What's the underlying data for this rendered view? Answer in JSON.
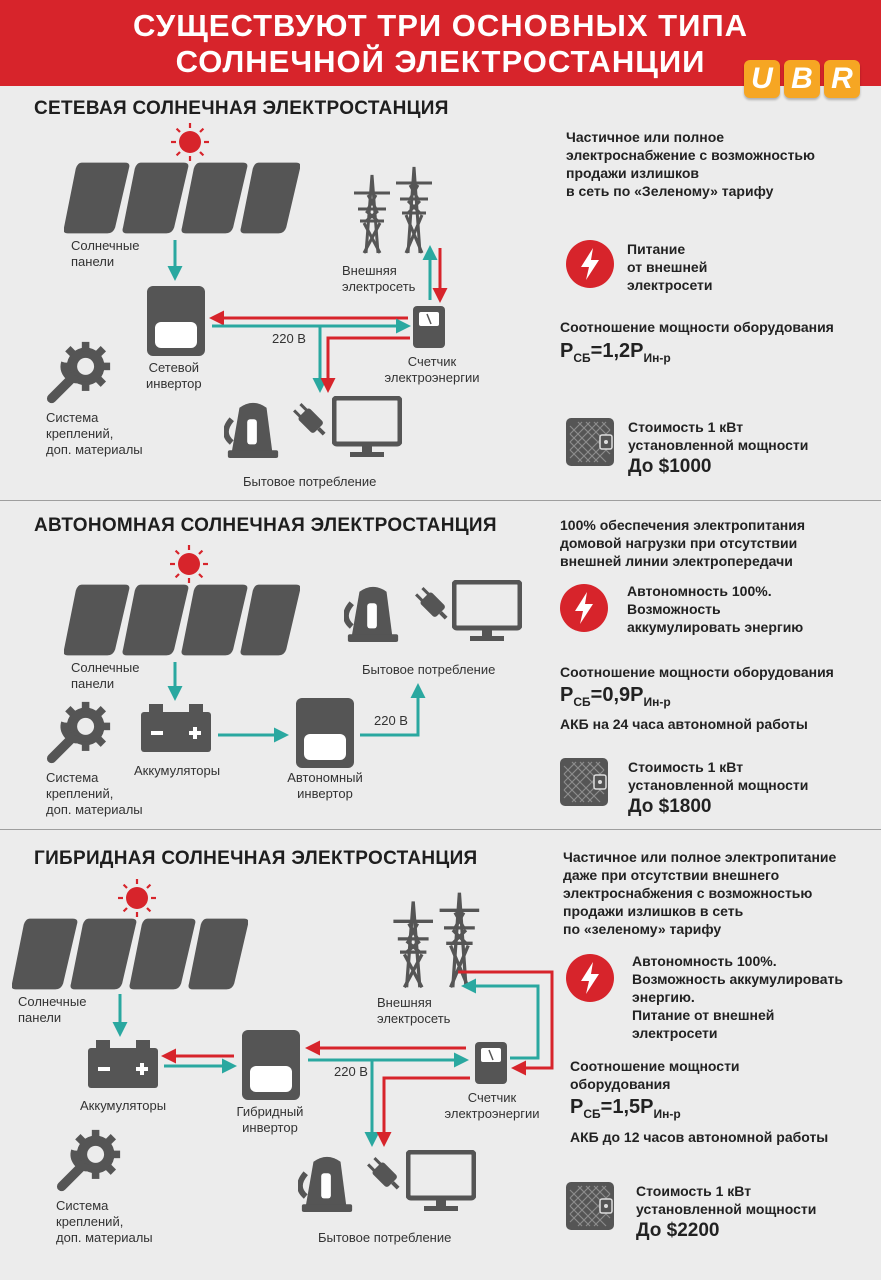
{
  "header": {
    "title_line1": "СУЩЕСТВУЮТ ТРИ ОСНОВНЫХ ТИПА",
    "title_line2": "СОЛНЕЧНОЙ ЭЛЕКТРОСТАНЦИИ",
    "logo": [
      "U",
      "B",
      "R"
    ]
  },
  "colors": {
    "red": "#d7242b",
    "teal": "#2aa8a0",
    "dark": "#555555",
    "logo": "#f6a623"
  },
  "s1": {
    "title": "СЕТЕВАЯ СОЛНЕЧНАЯ ЭЛЕКТРОСТАНЦИЯ",
    "panels_l1": "Солнечные",
    "panels_l2": "панели",
    "grid_l1": "Внешняя",
    "grid_l2": "электросеть",
    "inverter_l1": "Сетевой",
    "inverter_l2": "инвертор",
    "voltage": "220 В",
    "meter_l1": "Счетчик",
    "meter_l2": "электроэнергии",
    "mount_l1": "Система",
    "mount_l2": "креплений,",
    "mount_l3": "доп. материалы",
    "consumption": "Бытовое потребление",
    "desc_l1": "Частичное или полное",
    "desc_l2": "электроснабжение с возможностью",
    "desc_l3": "продажи излишков",
    "desc_l4": "в сеть по «Зеленому» тарифу",
    "feature_l1": "Питание",
    "feature_l2": "от внешней",
    "feature_l3": "электросети",
    "ratio_label": "Соотношение мощности оборудования",
    "formula_p": "P",
    "formula_sb": "СБ",
    "formula_eq": "=1,2P",
    "formula_inr": "Ин-р",
    "cost_l1": "Стоимость 1 кВт",
    "cost_l2": "установленной мощности",
    "cost_value": "До $1000"
  },
  "s2": {
    "title": "АВТОНОМНАЯ СОЛНЕЧНАЯ ЭЛЕКТРОСТАНЦИЯ",
    "panels_l1": "Солнечные",
    "panels_l2": "панели",
    "consumption": "Бытовое потребление",
    "voltage": "220 В",
    "battery": "Аккумуляторы",
    "inverter_l1": "Автономный",
    "inverter_l2": "инвертор",
    "mount_l1": "Система",
    "mount_l2": "креплений,",
    "mount_l3": "доп. материалы",
    "desc_l1": "100% обеспечения электропитания",
    "desc_l2": "домовой нагрузки при отсутствии",
    "desc_l3": "внешней линии электропередачи",
    "feature_l1": "Автономность 100%.",
    "feature_l2": "Возможность",
    "feature_l3": "аккумулировать энергию",
    "ratio_label": "Соотношение мощности оборудования",
    "formula_p": "P",
    "formula_sb": "СБ",
    "formula_eq": "=0,9P",
    "formula_inr": "Ин-р",
    "battery_note": "АКБ на 24 часа автономной работы",
    "cost_l1": "Стоимость 1 кВт",
    "cost_l2": "установленной мощности",
    "cost_value": "До $1800"
  },
  "s3": {
    "title": "ГИБРИДНАЯ СОЛНЕЧНАЯ ЭЛЕКТРОСТАНЦИЯ",
    "panels_l1": "Солнечные",
    "panels_l2": "панели",
    "grid_l1": "Внешняя",
    "grid_l2": "электросеть",
    "battery": "Аккумуляторы",
    "inverter_l1": "Гибридный",
    "inverter_l2": "инвертор",
    "voltage": "220 В",
    "meter_l1": "Счетчик",
    "meter_l2": "электроэнергии",
    "mount_l1": "Система",
    "mount_l2": "креплений,",
    "mount_l3": "доп. материалы",
    "consumption": "Бытовое потребление",
    "desc_l1": "Частичное или полное электропитание",
    "desc_l2": "даже при отсутствии внешнего",
    "desc_l3": "электроснабжения с возможностью",
    "desc_l4": "продажи излишков в сеть",
    "desc_l5": "по «зеленому» тарифу",
    "feature_l1": "Автономность 100%.",
    "feature_l2": "Возможность аккумулировать",
    "feature_l3": "энергию.",
    "feature_l4": "Питание от внешней",
    "feature_l5": "электросети",
    "ratio_l1": "Соотношение мощности",
    "ratio_l2": "оборудования",
    "formula_p": "P",
    "formula_sb": "СБ",
    "formula_eq": "=1,5P",
    "formula_inr": "Ин-р",
    "battery_note": "АКБ до 12 часов автономной работы",
    "cost_l1": "Стоимость 1 кВт",
    "cost_l2": "установленной мощности",
    "cost_value": "До $2200"
  }
}
